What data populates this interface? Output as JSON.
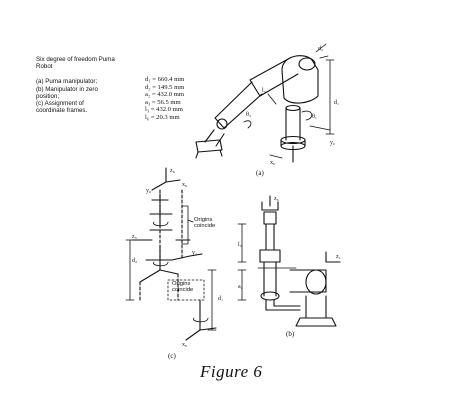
{
  "caption": {
    "title_line1": "Six degree of freedom Puma",
    "title_line2": "Robot",
    "items": [
      "(a) Puma manipulator;",
      "(b) Manipulator in zero",
      "position;",
      "(c) Assignment of",
      "coordinate frames."
    ]
  },
  "dimensions": [
    "d₁ = 660.4 mm",
    "d₂ = 149.5 mm",
    "a₂ = 432.0 mm",
    "a₃ = 56.5 mm",
    "l₃ = 432.0 mm",
    "l₆ = 20.3 mm"
  ],
  "panel_labels": {
    "a": "(a)",
    "b": "(b)",
    "c": "(c)"
  },
  "annotations": {
    "origins_coincide_1a": "Origins",
    "origins_coincide_1b": "coincide",
    "origins_coincide_2a": "Origins",
    "origins_coincide_2b": "coincide"
  },
  "figure_title": "Figure 6"
}
